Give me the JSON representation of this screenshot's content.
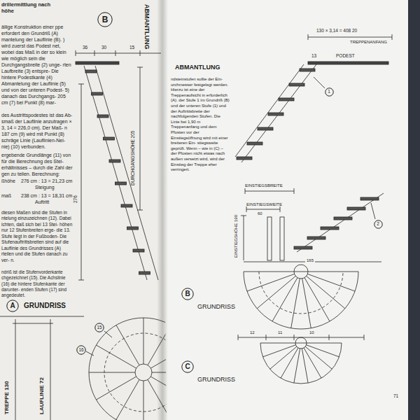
{
  "diagram": {
    "nodes": [
      {
        "text": [
          "B"
        ]
      },
      {
        "text": [
          "A"
        ]
      },
      {
        "text": [
          "15"
        ]
      },
      {
        "text": [
          "16"
        ]
      },
      {
        "text": [
          "B"
        ]
      },
      {
        "text": [
          "C"
        ]
      },
      {
        "text": [
          "1"
        ]
      },
      {
        "text": [
          "2"
        ]
      }
    ],
    "labels": [
      "drillermittlung nach",
      "höhe",
      "ällige Konstruktion einer ppe erfordert den Grundriß (A) mantelung der Lauflinie (B). ) wird zuerst das Podest net, wobei das Maß in der so klein wie möglich sein die Durchgangsbreite (2) unge- rten Laufbreite (3) entspre- Die hintere Podestkante (4) Abmantelung der Lauflinie (5) und von der unteren Podest- 5) danach das Durchgangs- 205 cm (7) bei Punkt (8) mar-",
      "des Austrittspodestes ist das Ab- smaß der Lauflinie anzutragen × 3, 14 = 226,0 cm). Der Maß- n 187 cm (9) wird mit Punkt (8) schräge Linie (Lauflinien-Nei- nie) (10) verbunden.",
      "ergebende Grundlänge (11) von für die Berechnung des Stei- erhältnisses – durch die Zahl der gen zu teilen. Berechnung:",
      "ßhöhe",
      "276 cm : 13 = 21,23 cm",
      "Steigung",
      "maß",
      "238 cm : 13 = 18,31 cm",
      "Auftritt",
      "diesen Maßen sind die Stufen in ntelung einzuzeichnen (12). Dabei ichten, daß sich bei 13 Stei- höhen nur 12 Stufenbreiten erge- die 13. Stufe liegt in der Fußboden- Die Stufenauftrittsbreiten sind auf die Lauflinie des Grundrisses (A) rteilen und die Stufen danach zu ver- n.",
      "ndriß ist die Stufenvorderkante chgezeichnet (15). Die Achslinie (16) die hintere Stufenkante der darunter- enden Stufen (17) sind angedeutet.",
      "GRUNDRISS",
      "ABMANTLUNG",
      "36",
      "30",
      "15",
      "DURCHGANGSHÖHE 205",
      "276",
      "TREPPE 130",
      "LAUFLINIE 72",
      "ABMANTLUNG",
      "130 × 3,14 = 408 20",
      "TREPPENANFANG",
      "13",
      "PODEST",
      "ndsteinstufen sollte der Ein- urchmesser festgelegt werden. Hierzu ist eine der Treppenaufsicht in erforderlich (A). der Stufe 1 im Grundriß (B) und der unteren Stufe (1) und der Auftrittsbreite der nachfolgenden Stufen. Die Linie bei 1,90 m Treppenanfang und dem Pfosten vor der Einstiegsöffnung wird mit einer breiteren Ein- stiegsweite geprüft. Wenn – wie in (C) – der Pfosten nicht etwas nach außen versetzt wird, wird der Einstieg der Treppe eher verringert.",
      "EINSTIEGSBREITE",
      "EINSTIEGSWEITE",
      "60",
      "EINSTIEGSHÖHE 190",
      "165",
      "GRUNDRISS",
      "12",
      "11",
      "10",
      "GRUNDRISS",
      "71"
    ]
  }
}
